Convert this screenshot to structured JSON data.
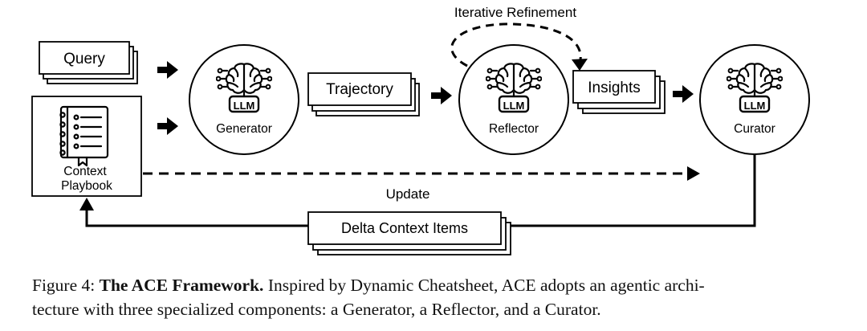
{
  "diagram": {
    "inputs": {
      "query": "Query",
      "playbook_line1": "Context",
      "playbook_line2": "Playbook"
    },
    "nodes": {
      "generator": {
        "badge": "LLM",
        "label": "Generator"
      },
      "reflector": {
        "badge": "LLM",
        "label": "Reflector"
      },
      "curator": {
        "badge": "LLM",
        "label": "Curator"
      }
    },
    "artifacts": {
      "trajectory": "Trajectory",
      "insights": "Insights",
      "delta": "Delta Context Items"
    },
    "annotations": {
      "iterative": "Iterative Refinement",
      "update": "Update"
    }
  },
  "caption": {
    "figure_label": "Figure 4:",
    "title": "The ACE Framework.",
    "line1_rest": "Inspired by Dynamic Cheatsheet, ACE adopts an agentic archi-",
    "line2": "tecture with three specialized components: a Generator, a Reflector, and a Curator."
  },
  "colors": {
    "stroke": "#000000",
    "fill": "#ffffff"
  }
}
